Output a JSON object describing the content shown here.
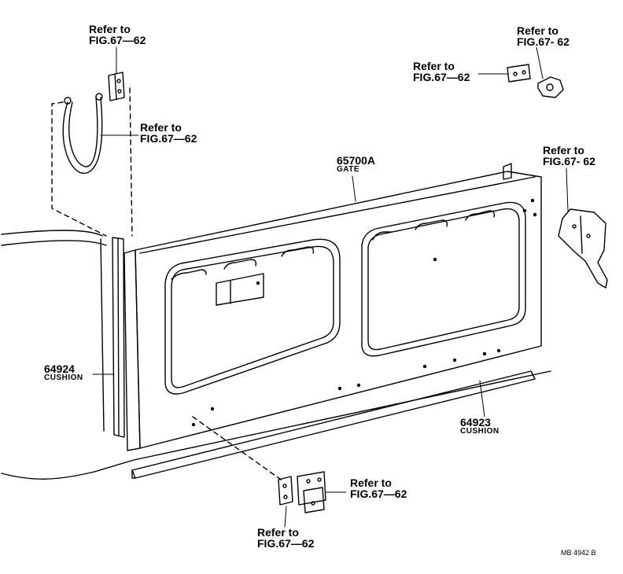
{
  "refs": [
    {
      "line1": "Refer to",
      "line2": "FIG.67—62"
    },
    {
      "line1": "Refer to",
      "line2": "FIG.67—62"
    },
    {
      "line1": "Refer to",
      "line2": "FIG.67—62"
    },
    {
      "line1": "Refer to",
      "line2": "FIG.67- 62"
    },
    {
      "line1": "Refer to",
      "line2": "FIG.67- 62"
    },
    {
      "line1": "Refer to",
      "line2": "FIG.67—62"
    },
    {
      "line1": "Refer to",
      "line2": "FIG.67—62"
    }
  ],
  "parts": {
    "gate": {
      "number": "65700A",
      "name": "GATE"
    },
    "cushion_side": {
      "number": "64924",
      "name": "CUSHION"
    },
    "cushion_bottom": {
      "number": "64923",
      "name": "CUSHION"
    }
  },
  "drawing_code": "MB 4942  B"
}
